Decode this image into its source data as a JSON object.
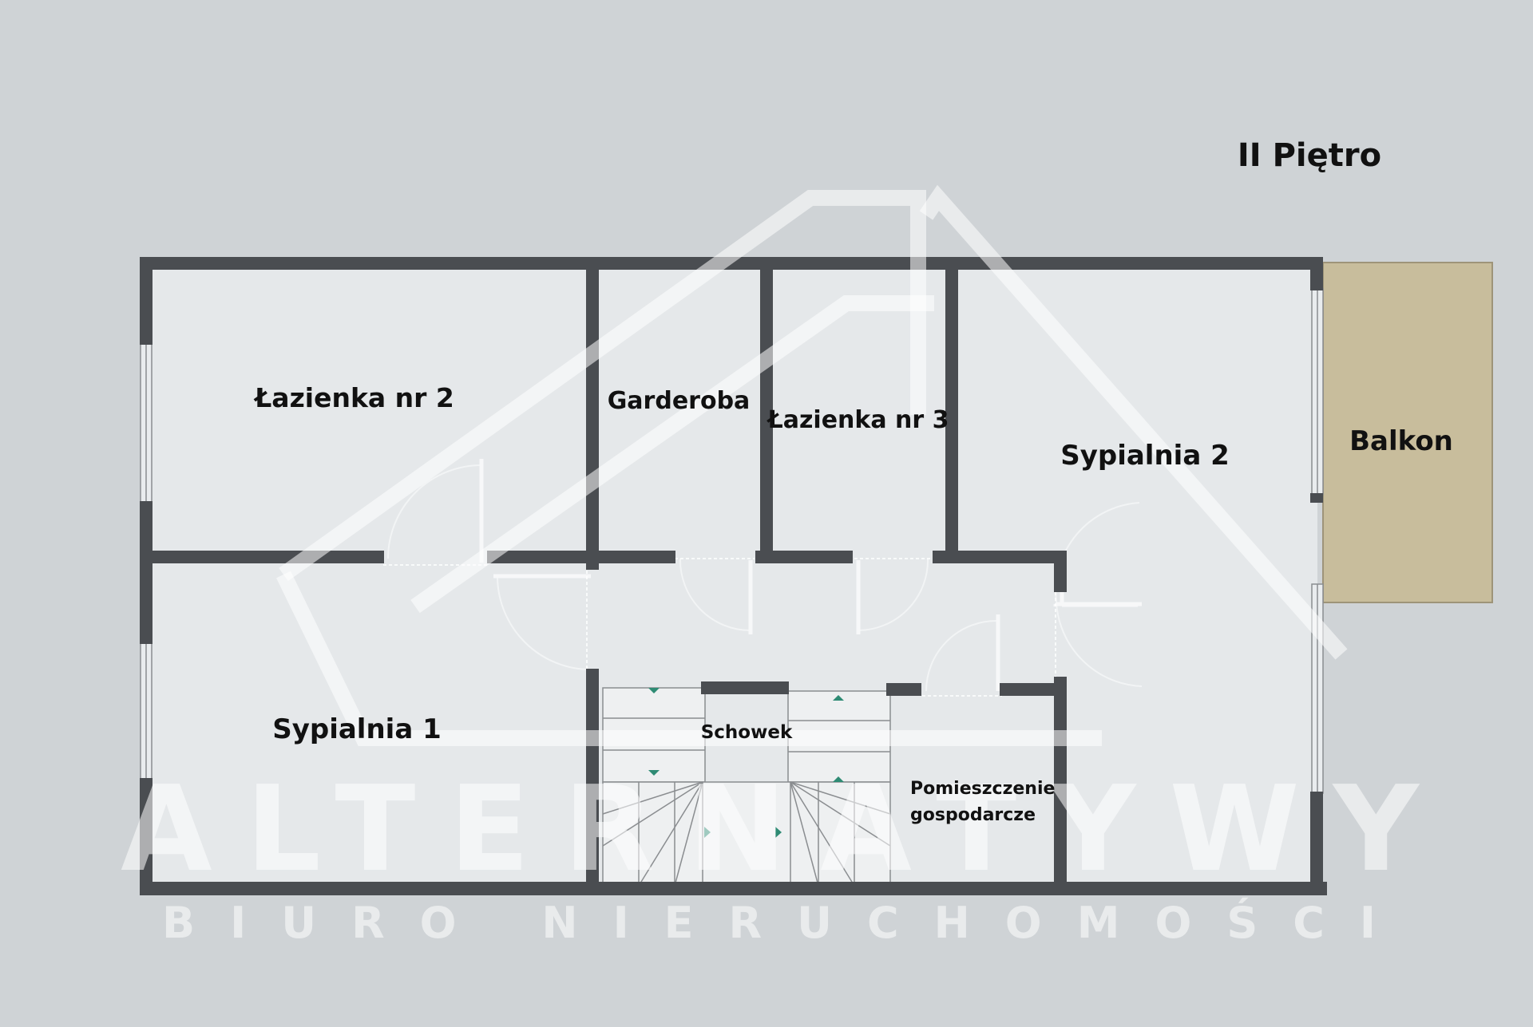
{
  "floor_title": "II Piętro",
  "rooms": {
    "lazienka_2": "Łazienka nr 2",
    "garderoba": "Garderoba",
    "lazienka_3": "Łazienka nr 3",
    "sypialnia_2": "Sypialnia 2",
    "balkon": "Balkon",
    "sypialnia_1": "Sypialnia 1",
    "schowek": "Schowek",
    "pomieszczenie_line1": "Pomieszczenie",
    "pomieszczenie_line2": "gospodarcze"
  },
  "watermark": {
    "brand": "ALTERNATYWY",
    "subtitle": "BIURO NIERUCHOMOŚCI",
    "logo_icon": "house-roof-logo"
  },
  "colors": {
    "background": "#cfd3d6",
    "floor": "#e5e8ea",
    "wall": "#4a4d51",
    "balcony": "#c8bd9c",
    "stair_arrow": "#2e8b74"
  }
}
